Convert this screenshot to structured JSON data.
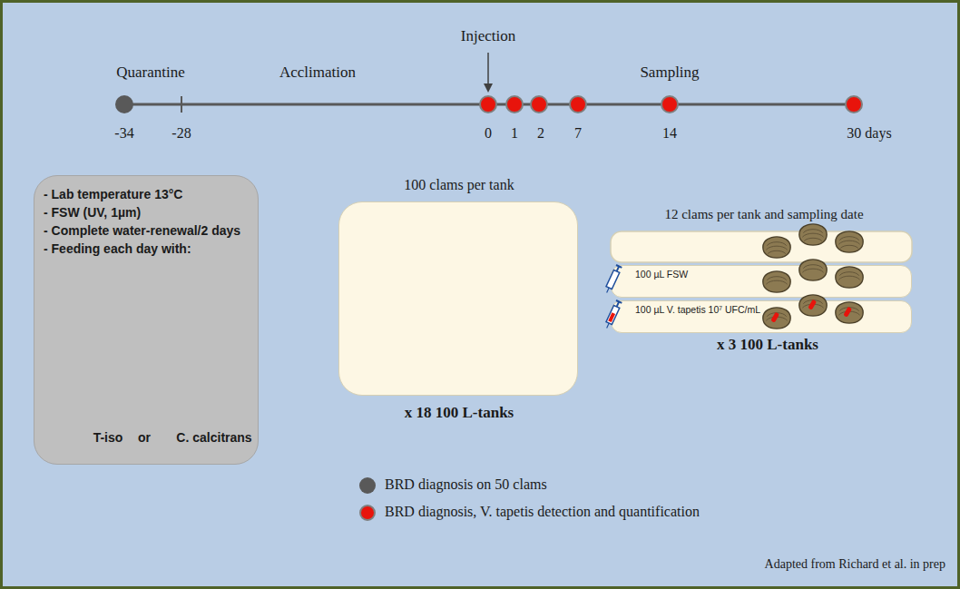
{
  "diagram": {
    "nodes": [
      {
        "text": [
          "- Lab temperature 13°C",
          "- FSW (UV, 1µm)",
          "- Complete water-renewal/2 days",
          "- Feeding each day with:",
          "T-iso",
          "or",
          "C. calcitrans"
        ]
      },
      {
        "text": [
          "100 clams per tank",
          "x 18 100 L-tanks"
        ]
      },
      {
        "text": [
          "100 µL FSW"
        ]
      },
      {
        "text": [
          "100 µL V. tapetis 10⁷ UFC/mL"
        ]
      }
    ],
    "edges": [],
    "labels": [
      "Injection",
      "Quarantine",
      "Acclimation",
      "Sampling",
      "-34",
      "-28",
      "0",
      "1",
      "2",
      "7",
      "14",
      "30 days",
      "12 clams per tank and sampling date",
      "x 3 100 L-tanks",
      "Adapted from Richard et al. in prep"
    ],
    "legend": [
      {
        "text": "BRD diagnosis on 50 clams",
        "color": "#595959"
      },
      {
        "text": "BRD diagnosis, V. tapetis detection and quantification",
        "color": "#e8140c"
      }
    ]
  }
}
